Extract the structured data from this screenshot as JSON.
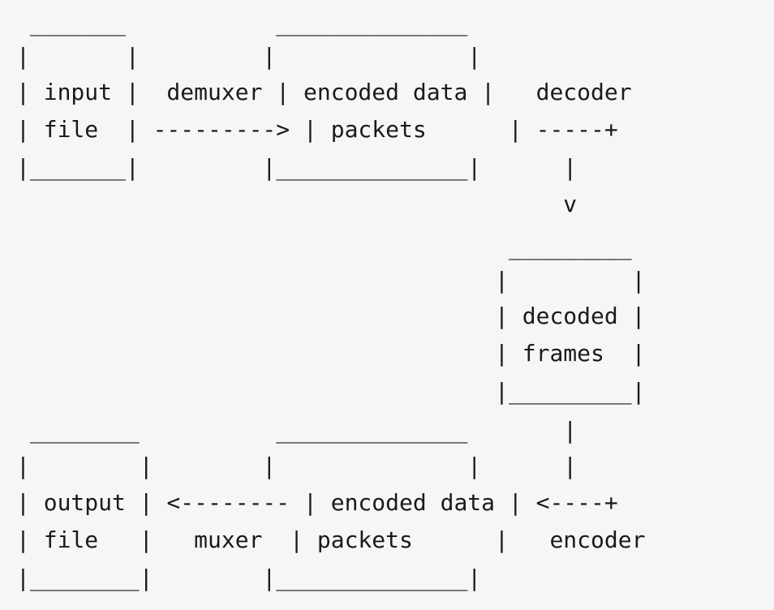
{
  "diagram": {
    "lines": [
      " _______           ______________",
      "|       |         |              |",
      "| input |  demuxer | encoded data |   decoder",
      "| file  | ---------> | packets      | -----+",
      "|_______|         |______________|      |",
      "                                        v",
      "                                    _________",
      "                                   |         |",
      "                                   | decoded |",
      "                                   | frames  |",
      "                                   |_________|",
      " ________          ______________       |",
      "|        |        |              |      |",
      "| output | <-------- | encoded data | <----+",
      "| file   |   muxer  | packets      |   encoder",
      "|________|        |______________|"
    ]
  }
}
